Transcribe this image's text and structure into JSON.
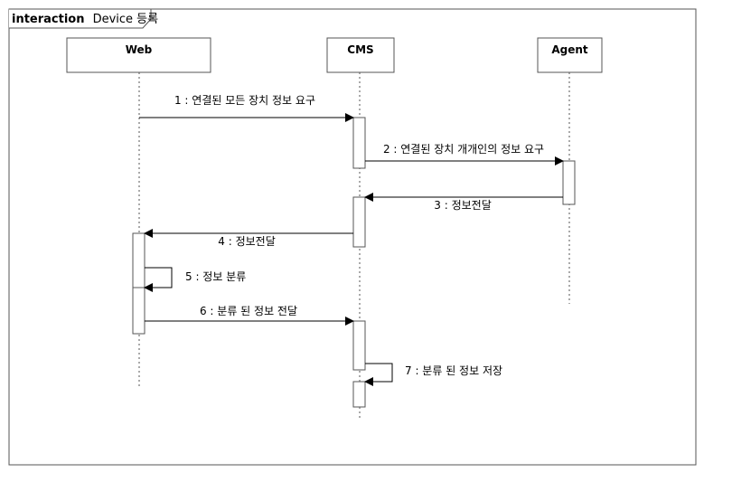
{
  "frame": {
    "keyword": "interaction",
    "name": "Device 등록"
  },
  "lifelines": [
    {
      "id": "web",
      "label": "Web"
    },
    {
      "id": "cms",
      "label": "CMS"
    },
    {
      "id": "agent",
      "label": "Agent"
    }
  ],
  "messages": [
    {
      "label": "1 : 연결된 모든 장치 정보 요구"
    },
    {
      "label": "2 : 연결된 장치 개개인의 정보 요구"
    },
    {
      "label": "3 : 정보전달"
    },
    {
      "label": "4 : 정보전달"
    },
    {
      "label": "5 : 정보 분류"
    },
    {
      "label": "6 : 분류 된 정보 전달"
    },
    {
      "label": "7 : 분류 된 정보 저장"
    }
  ]
}
